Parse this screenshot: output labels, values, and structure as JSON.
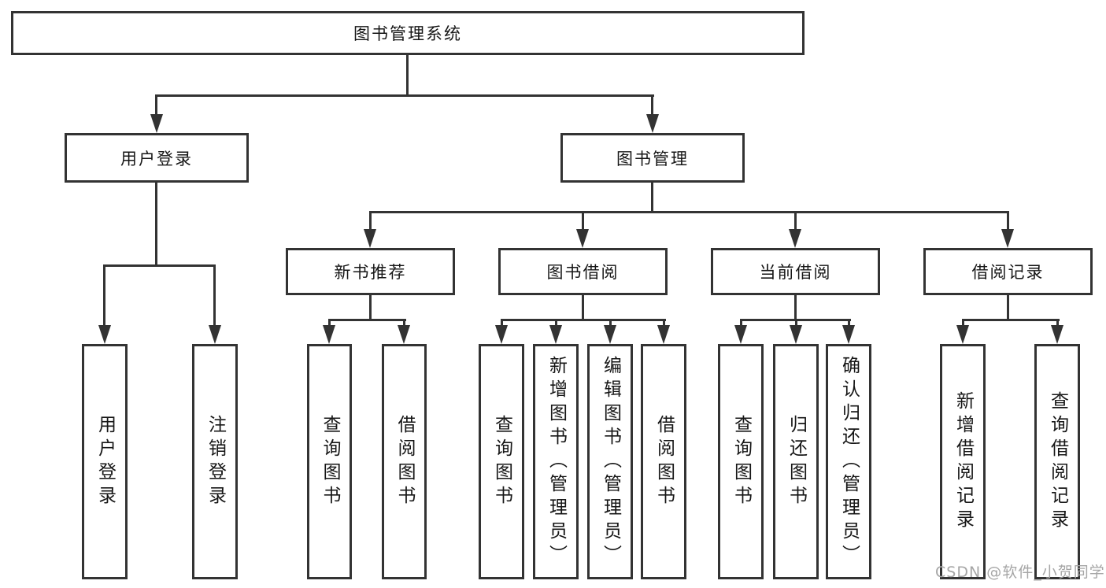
{
  "colors": {
    "line": "#333333",
    "text": "#161616",
    "wm": "#a6a6a6",
    "bg": "#ffffff"
  },
  "tree": {
    "root": {
      "label": "图书管理系统"
    },
    "branches": [
      {
        "label": "用户登录",
        "children": [
          {
            "label": "用户登录"
          },
          {
            "label": "注销登录"
          }
        ]
      },
      {
        "label": "图书管理",
        "children": [
          {
            "label": "新书推荐",
            "children": [
              {
                "label": "查询图书"
              },
              {
                "label": "借阅图书"
              }
            ]
          },
          {
            "label": "图书借阅",
            "children": [
              {
                "label": "查询图书"
              },
              {
                "label": "新增图书（管理员）"
              },
              {
                "label": "编辑图书（管理员）"
              },
              {
                "label": "借阅图书"
              }
            ]
          },
          {
            "label": "当前借阅",
            "children": [
              {
                "label": "查询图书"
              },
              {
                "label": "归还图书"
              },
              {
                "label": "确认归还（管理员）"
              }
            ]
          },
          {
            "label": "借阅记录",
            "children": [
              {
                "label": "新增借阅记录"
              },
              {
                "label": "查询借阅记录"
              }
            ]
          }
        ]
      }
    ]
  },
  "watermark": {
    "text": "CSDN @软件_小贺同学"
  }
}
